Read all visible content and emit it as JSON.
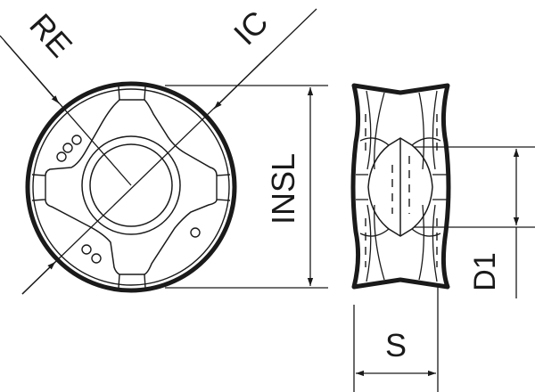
{
  "drawing": {
    "type": "technical-drawing",
    "subject": "round milling insert",
    "views": [
      "top-view",
      "side-view"
    ],
    "line_color": "#1a1a1a",
    "background": "#ffffff"
  },
  "labels": {
    "re": "RE",
    "ic": "IC",
    "insl": "INSL",
    "d1": "D1",
    "s": "S"
  }
}
